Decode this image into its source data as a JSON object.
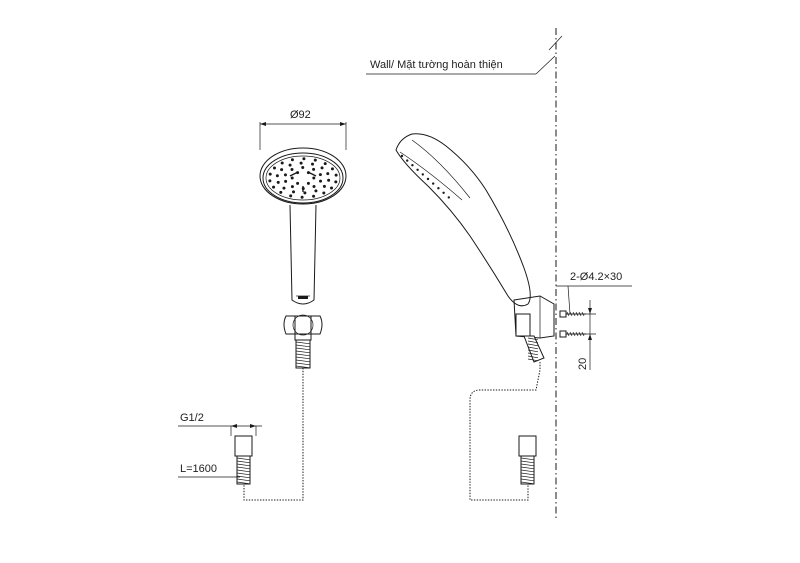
{
  "labels": {
    "wall": "Wall/ Mặt tường hoàn thiện",
    "diameter": "Ø92",
    "screw": "2-Ø4.2×30",
    "spacing": "20",
    "thread": "G1/2",
    "length": "L=1600"
  }
}
